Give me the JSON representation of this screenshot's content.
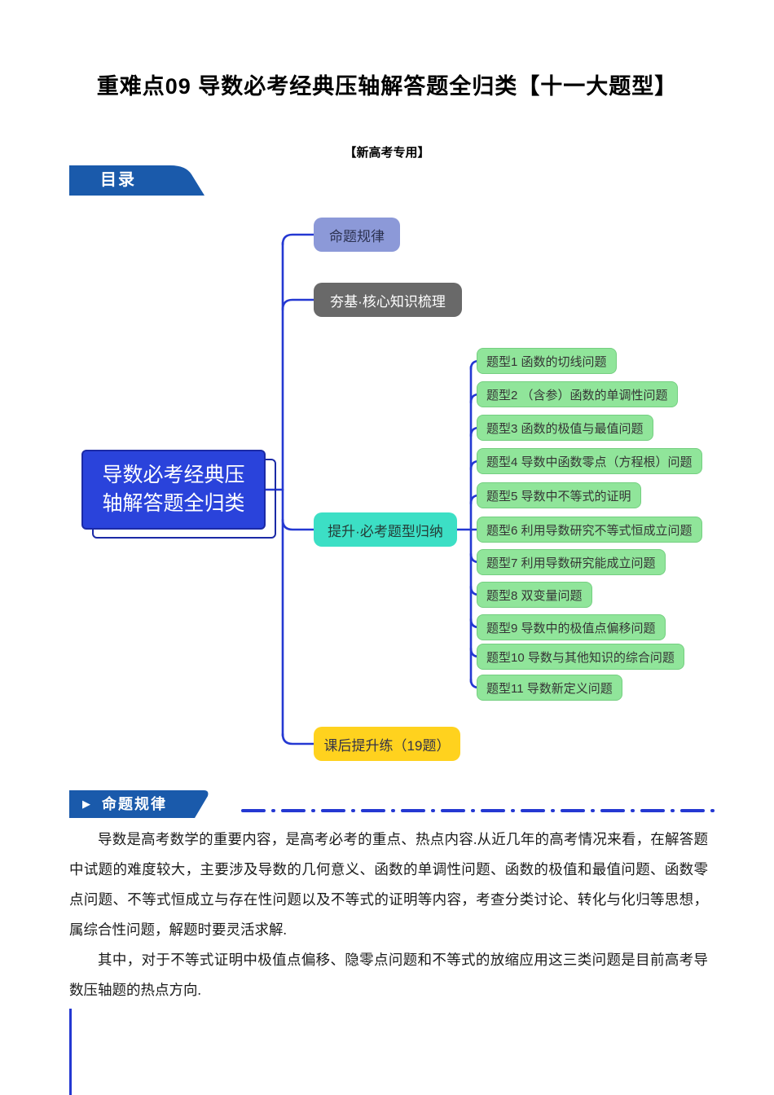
{
  "document": {
    "title": "重难点09 导数必考经典压轴解答题全归类【十一大题型】",
    "subtitle": "【新高考专用】"
  },
  "toc": {
    "banner_label": "目录"
  },
  "mindmap": {
    "root": {
      "line1": "导数必考经典压",
      "line2": "轴解答题全归类"
    },
    "branch_rules": "命题规律",
    "branch_foundation": "夯基·核心知识梳理",
    "branch_topics": "提升·必考题型归纳",
    "branch_practice": "课后提升练（19题）",
    "topics": [
      "题型1 函数的切线问题",
      "题型2 （含参）函数的单调性问题",
      "题型3 函数的极值与最值问题",
      "题型4 导数中函数零点（方程根）问题",
      "题型5 导数中不等式的证明",
      "题型6 利用导数研究不等式恒成立问题",
      "题型7 利用导数研究能成立问题",
      "题型8 双变量问题",
      "题型9 导数中的极值点偏移问题",
      "题型10 导数与其他知识的综合问题",
      "题型11 导数新定义问题"
    ]
  },
  "section": {
    "icon": "▶",
    "banner_label": "命题规律"
  },
  "body": {
    "paragraph1": "导数是高考数学的重要内容，是高考必考的重点、热点内容.从近几年的高考情况来看，在解答题中试题的难度较大，主要涉及导数的几何意义、函数的单调性问题、函数的极值和最值问题、函数零点问题、不等式恒成立与存在性问题以及不等式的证明等内容，考查分类讨论、转化与化归等思想，属综合性问题，解题时要灵活求解.",
    "paragraph2": "其中，对于不等式证明中极值点偏移、隐零点问题和不等式的放缩应用这三类问题是目前高考导数压轴题的热点方向."
  },
  "colors": {
    "connector_blue": "#2438D2",
    "root_fill": "#2A43DB",
    "root_border": "#1B2AA6",
    "rules_fill": "#8C99D8",
    "foundation_fill": "#696969",
    "topics_fill": "#3CDFC5",
    "topic_item_fill": "#90E59A",
    "practice_fill": "#FFD21E",
    "banner_blue": "#1A5AAB"
  }
}
